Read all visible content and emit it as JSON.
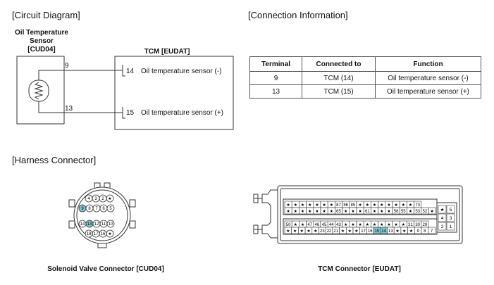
{
  "sections": {
    "circuit_heading": "[Circuit Diagram]",
    "connection_heading": "[Connection Information]",
    "harness_heading": "[Harness Connector]"
  },
  "sensor": {
    "title_line1": "Oil Temperature",
    "title_line2": "Sensor",
    "code": "[CUD04]",
    "pin_top": "9",
    "pin_bottom": "13"
  },
  "tcm": {
    "title": "TCM [EUDAT]",
    "pin_top": "14",
    "label_top": "Oil temperature sensor (-)",
    "pin_bottom": "15",
    "label_bottom": "Oil temperature sensor (+)"
  },
  "connection_table": {
    "headers": [
      "Terminal",
      "Connected to",
      "Function"
    ],
    "rows": [
      [
        "9",
        "TCM (14)",
        "Oil temperature sensor (-)"
      ],
      [
        "13",
        "TCM (15)",
        "Oil temperature sensor (+)"
      ]
    ]
  },
  "round_connector": {
    "caption": "Solenoid Valve Connector [CUD04]",
    "row1": [
      "4",
      "3",
      "2",
      "★"
    ],
    "row2": [
      "9",
      "8",
      "7",
      "6",
      "5"
    ],
    "row3": [
      "14",
      "13",
      "12",
      "11",
      "10"
    ],
    "row4": [
      "18",
      "17",
      "16",
      "★"
    ],
    "highlight": [
      "9",
      "13"
    ],
    "highlight_color": "#7fc6cf"
  },
  "tcm_connector": {
    "caption": "TCM Connector [EUDAT]",
    "top_row1": [
      "★",
      "★",
      "★",
      "★",
      "★",
      "★",
      "★",
      "87",
      "86",
      "85",
      "★",
      "★",
      "★",
      "★",
      "★",
      "★",
      "★",
      "★",
      "73"
    ],
    "top_row2": [
      "★",
      "★",
      "★",
      "★",
      "★",
      "★",
      "★",
      "65",
      "★",
      "★",
      "★",
      "61",
      "★",
      "★",
      "★",
      "56",
      "55",
      "★",
      "53",
      "52",
      "★"
    ],
    "bottom_row1": [
      "50",
      "★",
      "★",
      "47",
      "46",
      "45",
      "44",
      "43",
      "★",
      "★",
      "★",
      "★",
      "★",
      "★",
      "★",
      "★",
      "★",
      "31",
      "30",
      "29"
    ],
    "bottom_row2": [
      "★",
      "★",
      "★",
      "★",
      "★",
      "23",
      "22",
      "21",
      "★",
      "★",
      "★",
      "17",
      "16",
      "15",
      "14",
      "13",
      "★",
      "★",
      "★",
      "9",
      "8",
      "7"
    ],
    "side_block": [
      "★",
      "5",
      "4",
      "3",
      "2",
      "1"
    ],
    "highlight": [
      "15",
      "14"
    ],
    "highlight_color": "#7fc6cf"
  }
}
